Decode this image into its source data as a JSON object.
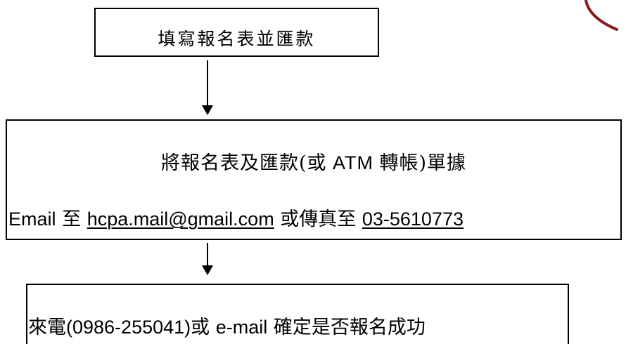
{
  "step1": {
    "text": "填寫報名表並匯款"
  },
  "step2": {
    "line1_prefix": "將報名表及匯款(或",
    "line1_atm": " ATM ",
    "line1_suffix": "轉帳)單據",
    "line2_email_label": "Email",
    "line2_to": " 至 ",
    "line2_email": "hcpa.mail@gmail.com",
    "line2_or_fax": " 或傳真至 ",
    "line2_fax": "03-5610773"
  },
  "step3": {
    "prefix": "來電",
    "phone": "(0986-255041)",
    "or": "或 ",
    "email_word": "e-mail",
    "suffix": " 確定是否報名成功"
  },
  "colors": {
    "border": "#000000",
    "accent_arc": "#8b1a1a"
  },
  "icons": {
    "arrow": "down-arrow-icon"
  }
}
